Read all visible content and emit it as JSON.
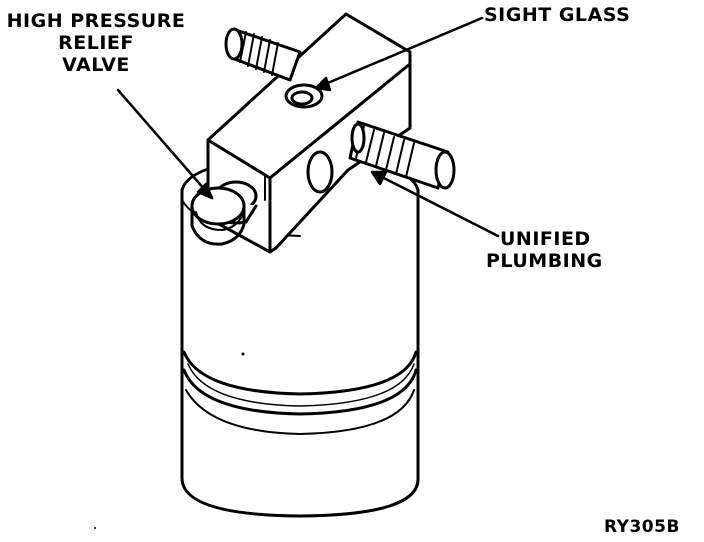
{
  "labels": {
    "relief_line1": "HIGH PRESSURE",
    "relief_line2": "RELIEF",
    "relief_line3": "VALVE",
    "sight_glass": "SIGHT GLASS",
    "plumbing_line1": "UNIFIED",
    "plumbing_line2": "PLUMBING"
  },
  "figure_code": "RY305B",
  "colors": {
    "ink": "#000000",
    "paper": "#ffffff"
  }
}
